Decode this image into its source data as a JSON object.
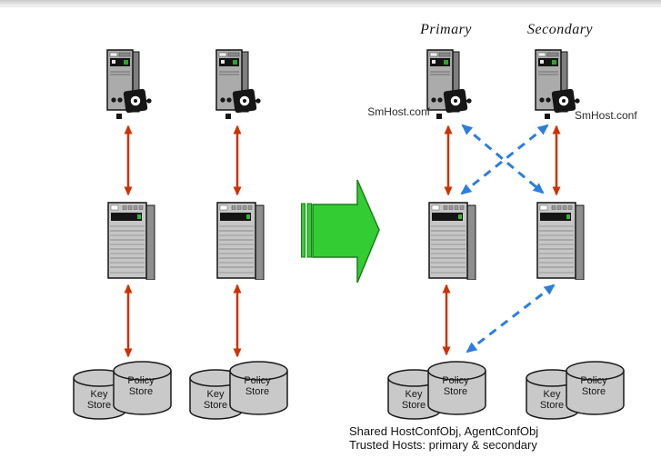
{
  "header": {
    "primary": "Primary",
    "secondary": "Secondary"
  },
  "labels": {
    "smhost_conf": "SmHost.conf"
  },
  "stores": {
    "key": "Key Store",
    "policy": "Policy Store"
  },
  "footer": {
    "line1": "Shared HostConfObj, AgentConfObj",
    "line2": "Trusted Hosts: primary & secondary"
  },
  "icons": {
    "agent_host": "desktop-tower-with-agent-gear",
    "policy_server": "tower-server",
    "datastore_pair": "two-overlapping-database-cylinders",
    "transform": "green-striped-right-arrow",
    "sync_link": "red-double-headed-arrow",
    "crosslink": "blue-dashed-double-headed-arrow"
  },
  "colors": {
    "red_arrow": "#cc3300",
    "blue_arrow": "#2b7de1",
    "green_arrow_fill": "#33cc33",
    "green_arrow_stroke": "#1e7d1e",
    "server_gray": "#c6c6c6",
    "cylinder_gray": "#c9c9c9"
  }
}
